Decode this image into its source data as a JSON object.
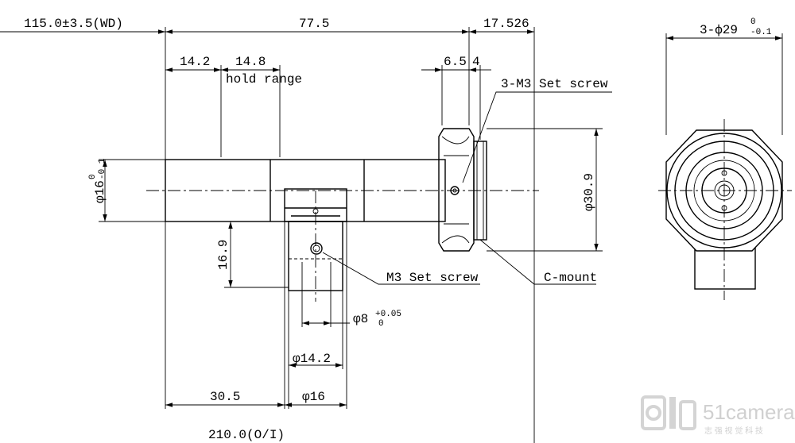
{
  "dimensions": {
    "working_distance": "115.0±3.5(WD)",
    "length_main": "77.5",
    "length_mount": "17.526",
    "seg_a": "14.2",
    "seg_b": "14.8",
    "hold_range": "hold range",
    "seg_c": "6.5",
    "seg_d": "4",
    "set_screw_3": "3-M3 Set screw",
    "tube_dia": "φ16",
    "tube_dia_tol_upper": "0",
    "tube_dia_tol_lower": "-0.1",
    "mount_dia": "φ30.9",
    "mount_dia_3": "3-ф29",
    "mount_dia_3_tol_upper": "0",
    "mount_dia_3_tol_lower": "-0.1",
    "height_port": "16.9",
    "set_screw_m3": "M3 Set screw",
    "c_mount": "C-mount",
    "port_dia_8": "φ8",
    "port_dia_8_tol_upper": "+0.05",
    "port_dia_8_tol_lower": "0",
    "port_dia_142": "φ14.2",
    "offset_305": "30.5",
    "port_dia_16": "φ16",
    "oi_length": "210.0(O/I)"
  },
  "watermark": {
    "brand": "51camera",
    "tagline": "志 强 视 觉 科 技"
  }
}
